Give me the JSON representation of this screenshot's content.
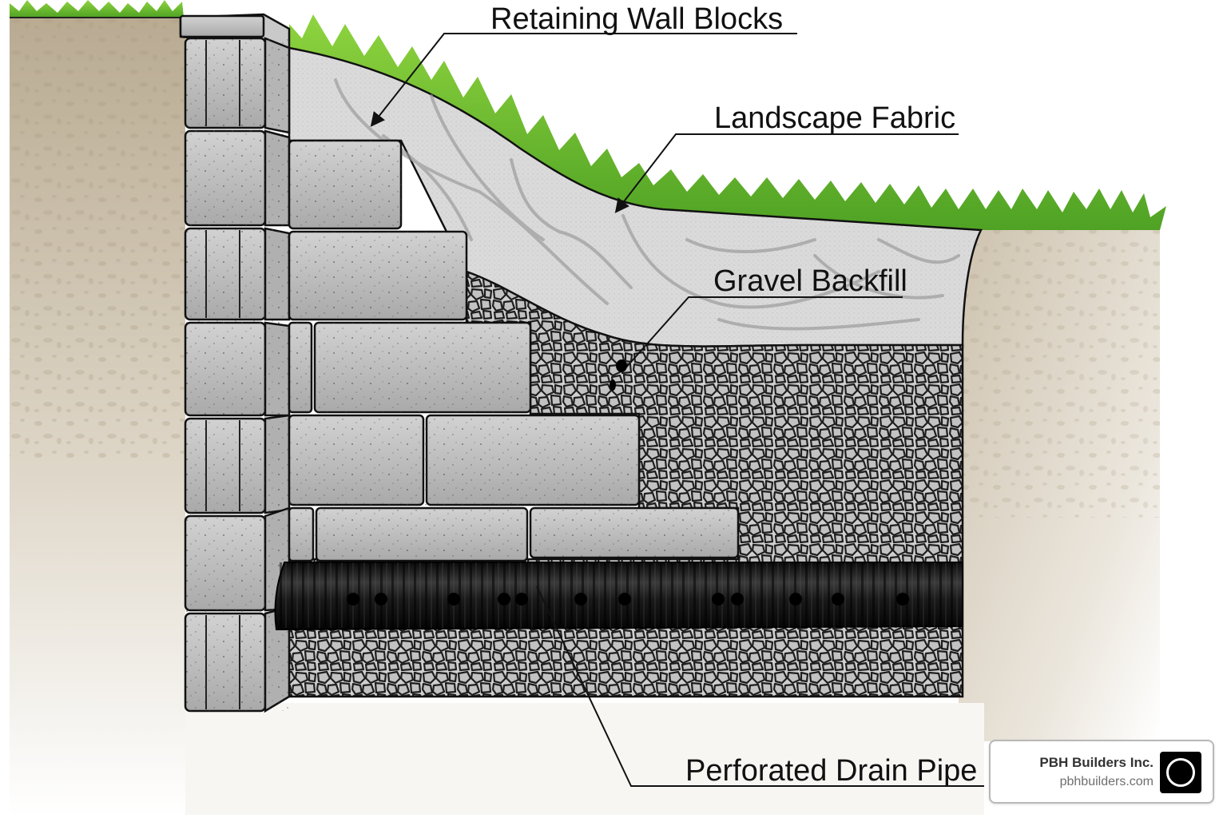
{
  "diagram": {
    "title": "Retaining wall cross-section",
    "labels": [
      {
        "id": "retaining-wall-blocks",
        "text": "Retaining Wall Blocks"
      },
      {
        "id": "landscape-fabric",
        "text": "Landscape Fabric"
      },
      {
        "id": "gravel-backfill",
        "text": "Gravel Backfill"
      },
      {
        "id": "perforated-drain-pipe",
        "text": "Perforated Drain Pipe"
      }
    ],
    "layers": [
      "grass",
      "native-soil",
      "retaining-wall-blocks",
      "landscape-fabric",
      "gravel-backfill",
      "perforated-drain-pipe"
    ],
    "colors": {
      "grass": "#6cbf2e",
      "soil": "#c9bca6",
      "block": "#bdbdbd",
      "fabric": "#d9d9d9",
      "gravel": "#c4c4c4",
      "pipe": "#141414",
      "outline": "#111111"
    }
  },
  "badge": {
    "company": "PBH Builders Inc.",
    "website": "pbhbuilders.com",
    "logo_icon": "circle-logo-icon"
  }
}
